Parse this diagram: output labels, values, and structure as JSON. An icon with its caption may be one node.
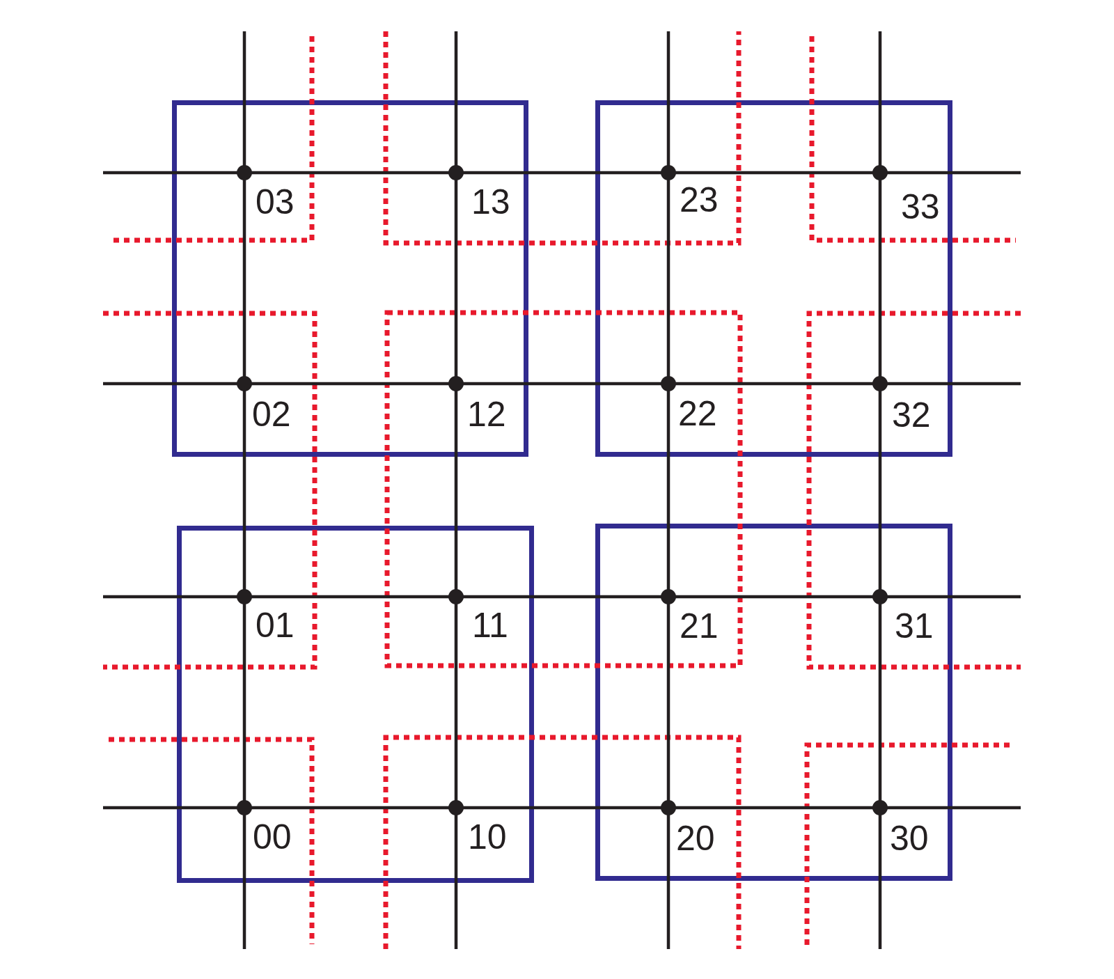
{
  "diagram": {
    "nodes": [
      {
        "text": [
          "03",
          "13",
          "02",
          "12"
        ]
      },
      {
        "text": [
          "23",
          "33",
          "22",
          "32"
        ]
      },
      {
        "text": [
          "01",
          "11",
          "00",
          "10"
        ]
      },
      {
        "text": [
          "21",
          "31",
          "20",
          "30"
        ]
      }
    ]
  }
}
